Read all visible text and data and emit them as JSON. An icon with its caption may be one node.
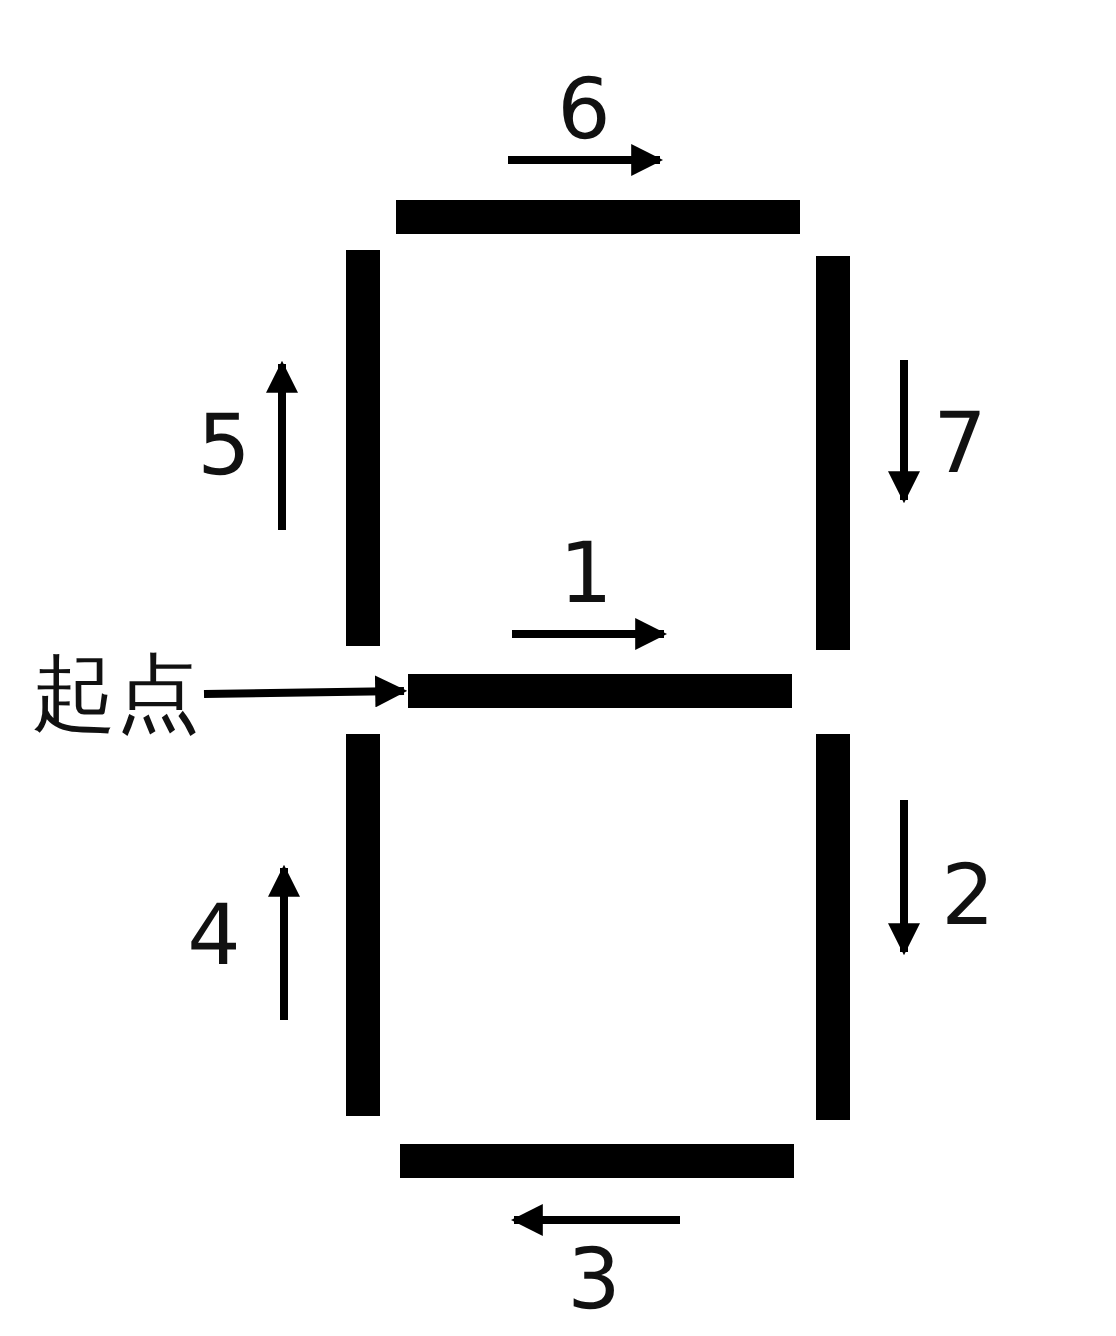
{
  "diagram": {
    "nodes": [
      {
        "text": [],
        "shape": "bar"
      },
      {
        "text": [],
        "shape": "bar"
      },
      {
        "text": [],
        "shape": "bar"
      },
      {
        "text": [
          "起点"
        ]
      },
      {
        "text": [],
        "shape": "bar"
      },
      {
        "text": [],
        "shape": "bar"
      },
      {
        "text": [],
        "shape": "bar"
      },
      {
        "text": [],
        "shape": "bar"
      }
    ],
    "edges": [
      {
        "from": 3,
        "to": 4,
        "arrow": "to"
      }
    ],
    "labels": [
      "6",
      "5",
      "7",
      "1",
      "4",
      "2",
      "3"
    ]
  }
}
